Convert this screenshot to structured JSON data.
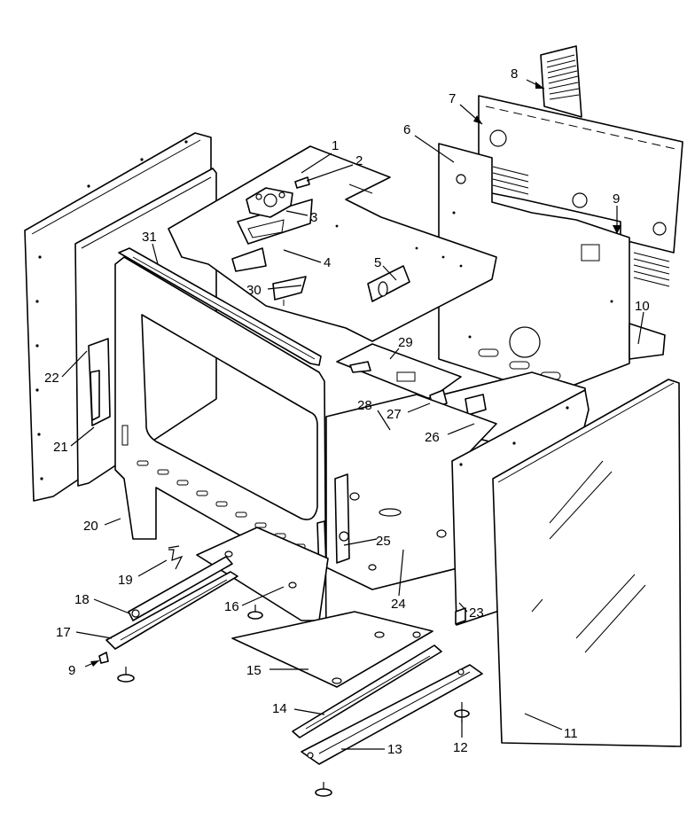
{
  "callouts": [
    {
      "label": "1"
    },
    {
      "label": "2"
    },
    {
      "label": "3"
    },
    {
      "label": "4"
    },
    {
      "label": "5"
    },
    {
      "label": "6"
    },
    {
      "label": "7"
    },
    {
      "label": "8"
    },
    {
      "label": "9"
    },
    {
      "label": "9"
    },
    {
      "label": "10"
    },
    {
      "label": "11"
    },
    {
      "label": "12"
    },
    {
      "label": "13"
    },
    {
      "label": "14"
    },
    {
      "label": "15"
    },
    {
      "label": "16"
    },
    {
      "label": "17"
    },
    {
      "label": "18"
    },
    {
      "label": "19"
    },
    {
      "label": "20"
    },
    {
      "label": "21"
    },
    {
      "label": "22"
    },
    {
      "label": "23"
    },
    {
      "label": "24"
    },
    {
      "label": "25"
    },
    {
      "label": "26"
    },
    {
      "label": "27"
    },
    {
      "label": "28"
    },
    {
      "label": "29"
    },
    {
      "label": "30"
    },
    {
      "label": "31"
    }
  ]
}
